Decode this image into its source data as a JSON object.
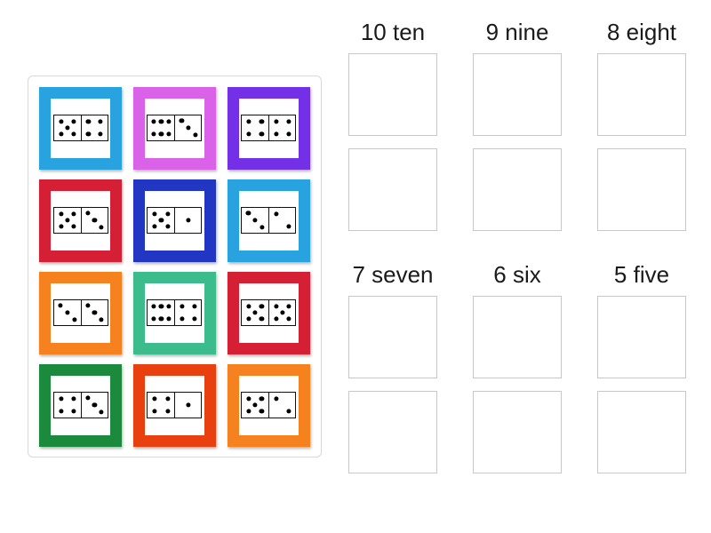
{
  "activity": {
    "type": "group-sort",
    "title": "",
    "tray_label": "domino-tray"
  },
  "tray": {
    "tiles": [
      {
        "id": "tile-1",
        "frame_color": "#29a3e0",
        "left_pips": 5,
        "right_pips": 4,
        "total": 9
      },
      {
        "id": "tile-2",
        "frame_color": "#d962e8",
        "left_pips": 6,
        "right_pips": 3,
        "total": 9
      },
      {
        "id": "tile-3",
        "frame_color": "#7330e6",
        "left_pips": 4,
        "right_pips": 4,
        "total": 8
      },
      {
        "id": "tile-4",
        "frame_color": "#d41f34",
        "left_pips": 5,
        "right_pips": 3,
        "total": 8
      },
      {
        "id": "tile-5",
        "frame_color": "#2137c4",
        "left_pips": 5,
        "right_pips": 1,
        "total": 6
      },
      {
        "id": "tile-6",
        "frame_color": "#29a3e0",
        "left_pips": 3,
        "right_pips": 2,
        "total": 5
      },
      {
        "id": "tile-7",
        "frame_color": "#f5821f",
        "left_pips": 3,
        "right_pips": 3,
        "total": 6
      },
      {
        "id": "tile-8",
        "frame_color": "#3cbc8d",
        "left_pips": 6,
        "right_pips": 4,
        "total": 10
      },
      {
        "id": "tile-9",
        "frame_color": "#d41f34",
        "left_pips": 5,
        "right_pips": 5,
        "total": 10
      },
      {
        "id": "tile-10",
        "frame_color": "#1b8a3c",
        "left_pips": 4,
        "right_pips": 3,
        "total": 7
      },
      {
        "id": "tile-11",
        "frame_color": "#e8400f",
        "left_pips": 4,
        "right_pips": 1,
        "total": 5
      },
      {
        "id": "tile-12",
        "frame_color": "#f5821f",
        "left_pips": 5,
        "right_pips": 2,
        "total": 7
      }
    ]
  },
  "board": {
    "categories": [
      {
        "id": "cat-ten",
        "label": "10 ten",
        "number": 10,
        "word": "ten",
        "slots": [
          "",
          ""
        ]
      },
      {
        "id": "cat-nine",
        "label": "9 nine",
        "number": 9,
        "word": "nine",
        "slots": [
          "",
          ""
        ]
      },
      {
        "id": "cat-eight",
        "label": "8 eight",
        "number": 8,
        "word": "eight",
        "slots": [
          "",
          ""
        ]
      },
      {
        "id": "cat-seven",
        "label": "7 seven",
        "number": 7,
        "word": "seven",
        "slots": [
          "",
          ""
        ]
      },
      {
        "id": "cat-six",
        "label": "6 six",
        "number": 6,
        "word": "six",
        "slots": [
          "",
          ""
        ]
      },
      {
        "id": "cat-five",
        "label": "5 five",
        "number": 5,
        "word": "five",
        "slots": [
          "",
          ""
        ]
      }
    ]
  },
  "colors": {
    "page_background": "#ffffff",
    "tray_border": "#d9d9d9",
    "slot_border": "#c8c8c8",
    "text": "#1a1a1a",
    "pip": "#000000",
    "domino_outline": "#111111"
  }
}
